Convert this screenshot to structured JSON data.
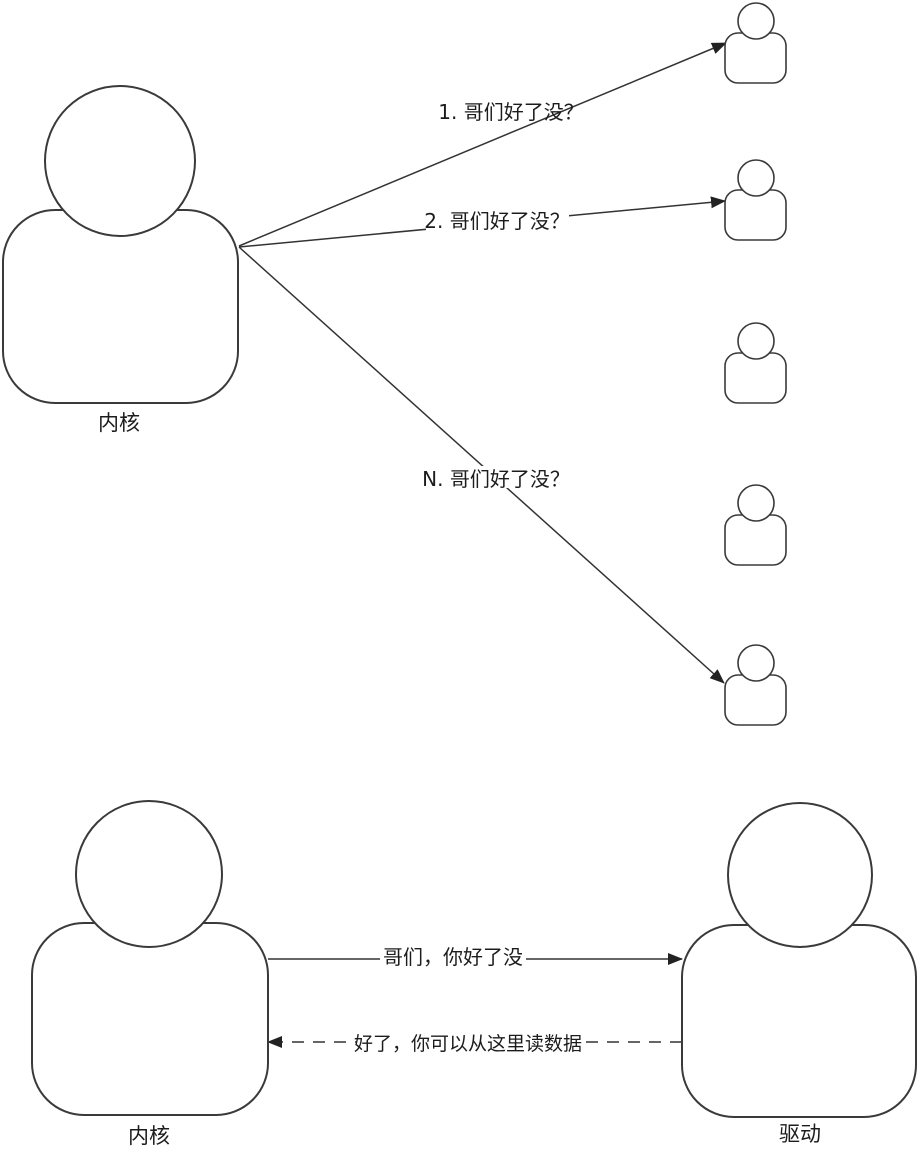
{
  "colors": {
    "background": "#ffffff",
    "line": "#333333",
    "text": "#1c1c1c",
    "shape_fill": "#ffffff"
  },
  "top_section": {
    "kernel": {
      "label": "内核"
    },
    "device_count": 5,
    "queries": [
      {
        "label": "1. 哥们好了没？"
      },
      {
        "label": "2. 哥们好了没？"
      },
      {
        "label": "N. 哥们好了没？"
      }
    ]
  },
  "bottom_section": {
    "kernel": {
      "label": "内核"
    },
    "driver": {
      "label": "驱动"
    },
    "request": {
      "label": "哥们，你好了没"
    },
    "response": {
      "label": "好了，你可以从这里读数据"
    }
  }
}
